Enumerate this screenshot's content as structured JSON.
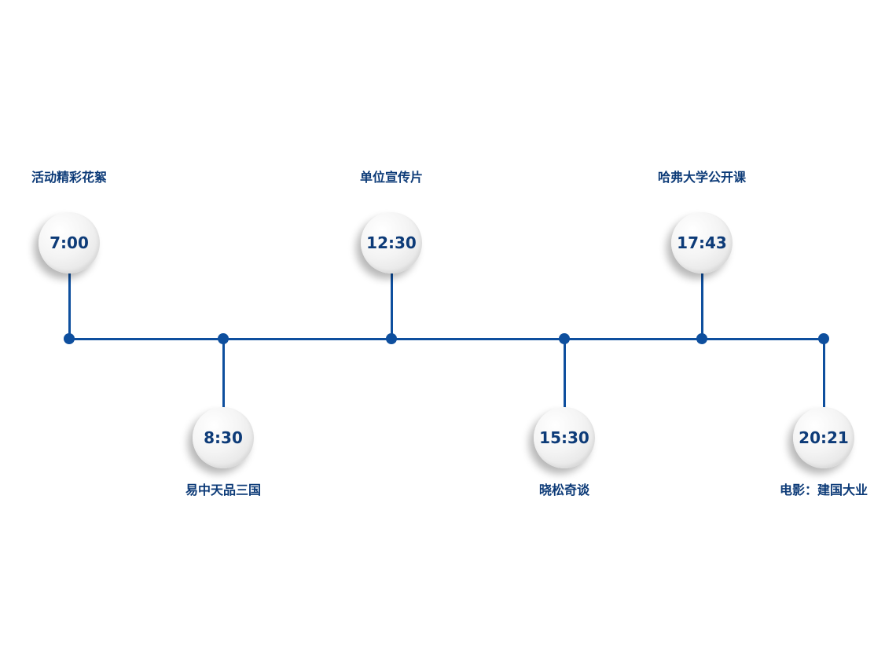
{
  "events": [
    {
      "time": "7:00",
      "label": "活动精彩花絮"
    },
    {
      "time": "8:30",
      "label": "易中天品三国"
    },
    {
      "time": "12:30",
      "label": "单位宣传片"
    },
    {
      "time": "15:30",
      "label": "晓松奇谈"
    },
    {
      "time": "17:43",
      "label": "哈弗大学公开课"
    },
    {
      "time": "20:21",
      "label": "电影：建国大业"
    }
  ],
  "colors": {
    "line": "#0e4f9e",
    "text": "#0d3b78"
  }
}
